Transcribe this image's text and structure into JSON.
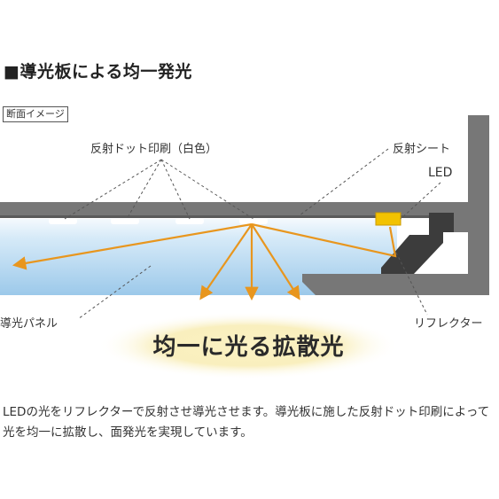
{
  "title": "■導光板による均一発光",
  "section_tag": "断面イメージ",
  "labels": {
    "reflective_dots": "反射ドット印刷（白色）",
    "reflective_sheet": "反射シート",
    "led": "LED",
    "light_guide_panel": "導光パネル",
    "reflector": "リフレクター"
  },
  "glow_caption": "均一に光る拡散光",
  "description": "LEDの光をリフレクターで反射させ導光させます。導光板に施した反射ドット印刷によって光を均一に拡散し、面発光を実現しています。",
  "colors": {
    "arrow": "#e8961e",
    "frame": "#777777",
    "panel_top": "#ffffff",
    "panel_bottom": "#9cc9ea",
    "led": "#f2c200",
    "glow": "#f6e9a8"
  }
}
